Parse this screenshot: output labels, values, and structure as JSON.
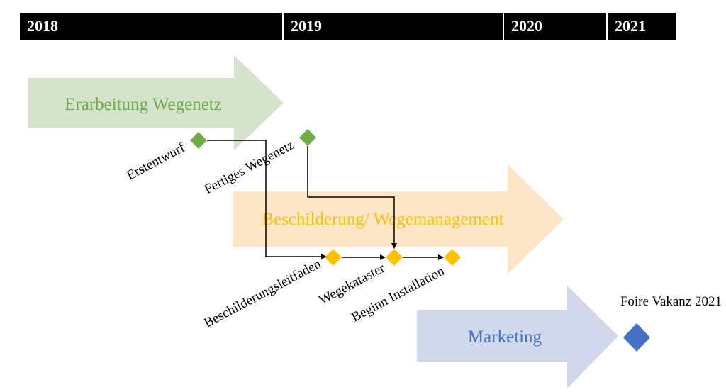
{
  "timeline": {
    "years": [
      "2018",
      "2019",
      "2020",
      "2021"
    ]
  },
  "phases": {
    "wegenetz": {
      "label": "Erarbeitung Wegenetz",
      "color": "#d5e3cc",
      "text_color": "#70ad47"
    },
    "beschilderung": {
      "label": "Beschilderung/ Wegemanagement",
      "color": "#fde6c8",
      "text_color": "#ffc000"
    },
    "marketing": {
      "label": "Marketing",
      "color": "#d1d8ec",
      "text_color": "#4472c4"
    }
  },
  "milestones": {
    "erstentwurf": {
      "label": "Erstentwurf",
      "color": "#70ad47"
    },
    "fertiges_wegenetz": {
      "label": "Fertiges Wegenetz",
      "color": "#70ad47"
    },
    "beschilderungsleitfaden": {
      "label": "Beschilderungsleitfaden",
      "color": "#ffc000"
    },
    "wegekataster": {
      "label": "Wegekataster",
      "color": "#ffc000"
    },
    "beginn_installation": {
      "label": "Beginn Installation",
      "color": "#ffc000"
    },
    "foire_vakanz": {
      "label": "Foire Vakanz 2021",
      "color": "#4472c4"
    }
  }
}
